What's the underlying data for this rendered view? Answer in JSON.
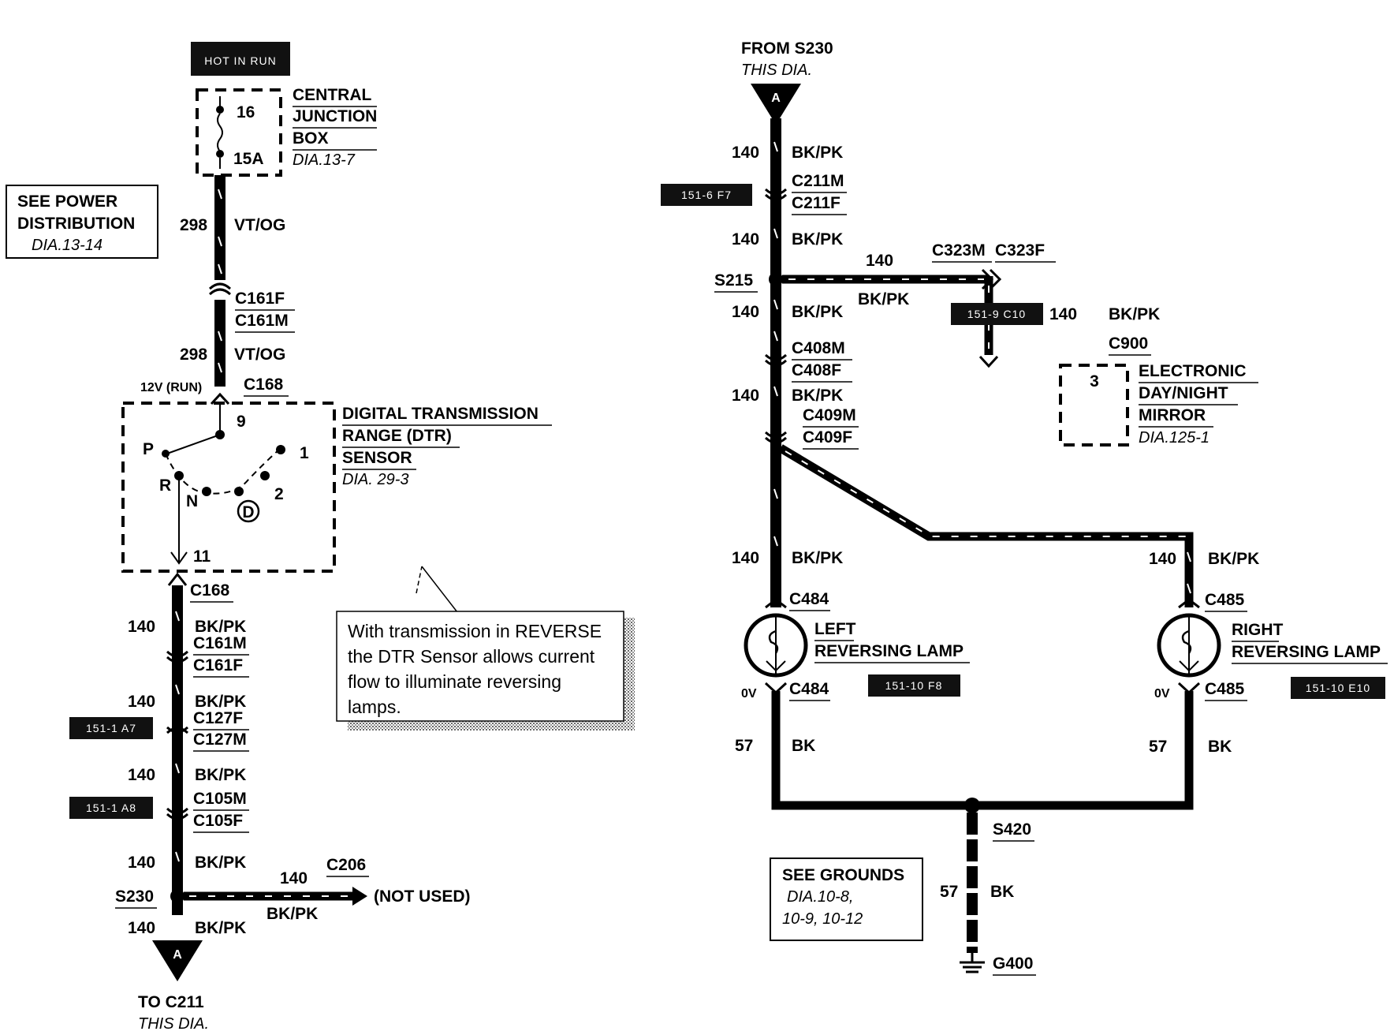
{
  "left": {
    "hot_in_run": "HOT IN RUN",
    "fuse_pin_top": "16",
    "fuse_rating": "15A",
    "cjb_lines": [
      "CENTRAL",
      "JUNCTION",
      "BOX"
    ],
    "cjb_ref": "DIA.13-7",
    "power_dist_lines": [
      "SEE POWER",
      "DISTRIBUTION"
    ],
    "power_dist_ref": "DIA.13-14",
    "wire_298_a": "298",
    "color_vtog_a": "VT/OG",
    "c161f_top": "C161F",
    "c161m_top": "C161M",
    "wire_298_b": "298",
    "color_vtog_b": "VT/OG",
    "twelve_v": "12V (RUN)",
    "c168_top": "C168",
    "pin_9": "9",
    "dtr_lines": [
      "DIGITAL TRANSMISSION",
      "RANGE (DTR)",
      "SENSOR"
    ],
    "dtr_ref": "DIA. 29-3",
    "pos_p": "P",
    "pos_r": "R",
    "pos_n": "N",
    "pos_d": "D",
    "pos_1": "1",
    "pos_2": "2",
    "pin_11": "11",
    "c168_bottom": "C168",
    "note_lines": [
      "With transmission in REVERSE",
      "the DTR Sensor allows current",
      "flow to illuminate reversing",
      "lamps."
    ],
    "w140_a": "140",
    "bkpk_a": "BK/PK",
    "c161m_low": "C161M",
    "c161f_low": "C161F",
    "w140_b": "140",
    "bkpk_b": "BK/PK",
    "ref_a7": "151-1 A7",
    "c127f": "C127F",
    "c127m": "C127M",
    "w140_c": "140",
    "bkpk_c": "BK/PK",
    "ref_a8": "151-1 A8",
    "c105m": "C105M",
    "c105f": "C105F",
    "w140_d": "140",
    "bkpk_d": "BK/PK",
    "s230": "S230",
    "w140_branch": "140",
    "c206": "C206",
    "not_used": "(NOT USED)",
    "bkpk_branch": "BK/PK",
    "w140_e": "140",
    "bkpk_e": "BK/PK",
    "conn_a": "A",
    "to_c211": "TO C211",
    "this_dia": "THIS DIA."
  },
  "right": {
    "from_s230": "FROM S230",
    "this_dia": "THIS DIA.",
    "conn_a": "A",
    "w140_a": "140",
    "bkpk_a": "BK/PK",
    "ref_f7": "151-6 F7",
    "c211m": "C211M",
    "c211f": "C211F",
    "w140_b": "140",
    "bkpk_b": "BK/PK",
    "c323m": "C323M",
    "c323f": "C323F",
    "s215": "S215",
    "w140_branch": "140",
    "bkpk_branch": "BK/PK",
    "ref_c10": "151-9 C10",
    "w140_mirror": "140",
    "bkpk_mirror": "BK/PK",
    "c900": "C900",
    "mirror_pin": "3",
    "mirror_lines": [
      "ELECTRONIC",
      "DAY/NIGHT",
      "MIRROR"
    ],
    "mirror_ref": "DIA.125-1",
    "w140_c": "140",
    "bkpk_c": "BK/PK",
    "c408m": "C408M",
    "c408f": "C408F",
    "w140_d": "140",
    "bkpk_d": "BK/PK",
    "c409m": "C409M",
    "c409f": "C409F",
    "w140_left": "140",
    "bkpk_left": "BK/PK",
    "w140_right": "140",
    "bkpk_right": "BK/PK",
    "c484_top": "C484",
    "c485_top": "C485",
    "left_lamp_lines": [
      "LEFT",
      "REVERSING LAMP"
    ],
    "right_lamp_lines": [
      "RIGHT",
      "REVERSING LAMP"
    ],
    "ref_f8": "151-10 F8",
    "ref_e10": "151-10 E10",
    "ov_left": "0V",
    "ov_right": "0V",
    "c484_bottom": "C484",
    "c485_bottom": "C485",
    "w57_left": "57",
    "bk_left": "BK",
    "w57_right": "57",
    "bk_right": "BK",
    "s420": "S420",
    "grounds_lines": [
      "SEE GROUNDS",
      "DIA.10-8,",
      "10-9, 10-12"
    ],
    "w57_ground": "57",
    "bk_ground": "BK",
    "g400": "G400"
  }
}
